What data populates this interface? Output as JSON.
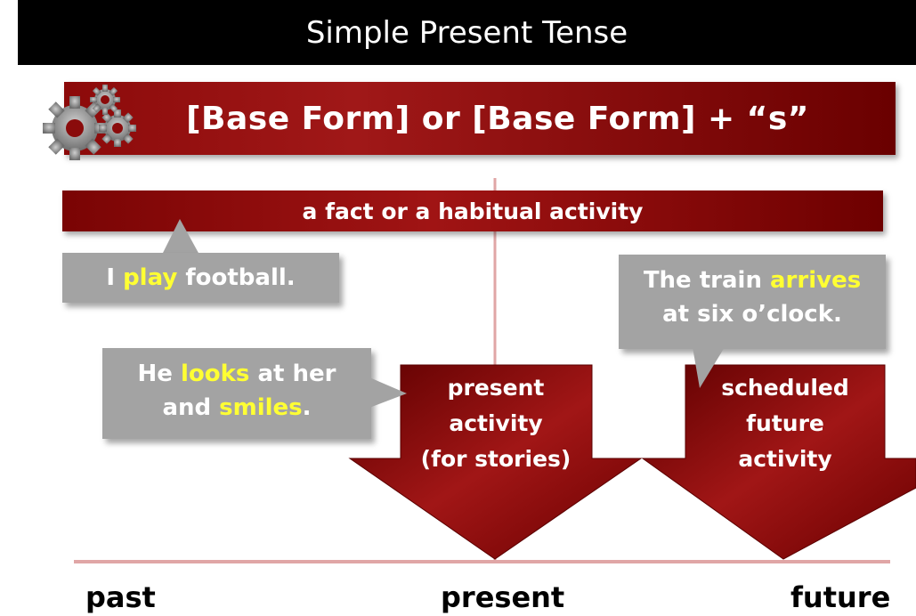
{
  "title": "Simple Present Tense",
  "formula": "[Base Form] or [Base Form] + “s”",
  "fact_bar": "a fact or a habitual activity",
  "callouts": {
    "football": {
      "pre": "I ",
      "verb": "play",
      "post": " football."
    },
    "stories": {
      "line1_pre": "He ",
      "line1_verb": "looks",
      "line1_post": " at her",
      "line2_pre": "and ",
      "line2_verb": "smiles",
      "line2_post": "."
    },
    "train": {
      "line1_pre": "The train ",
      "line1_verb": "arrives",
      "line2": "at six o’clock."
    }
  },
  "arrows": {
    "present": [
      "present",
      "activity",
      "(for stories)"
    ],
    "future": [
      "scheduled",
      "future",
      "activity"
    ]
  },
  "timeline": {
    "past": "past",
    "present": "present",
    "future": "future"
  },
  "colors": {
    "red_dark": "#6a0000",
    "red": "#a01818",
    "callout_gray": "#a3a3a3",
    "highlight": "#ffff33",
    "timeline": "#e0a6a6"
  },
  "icon": "gears-icon"
}
